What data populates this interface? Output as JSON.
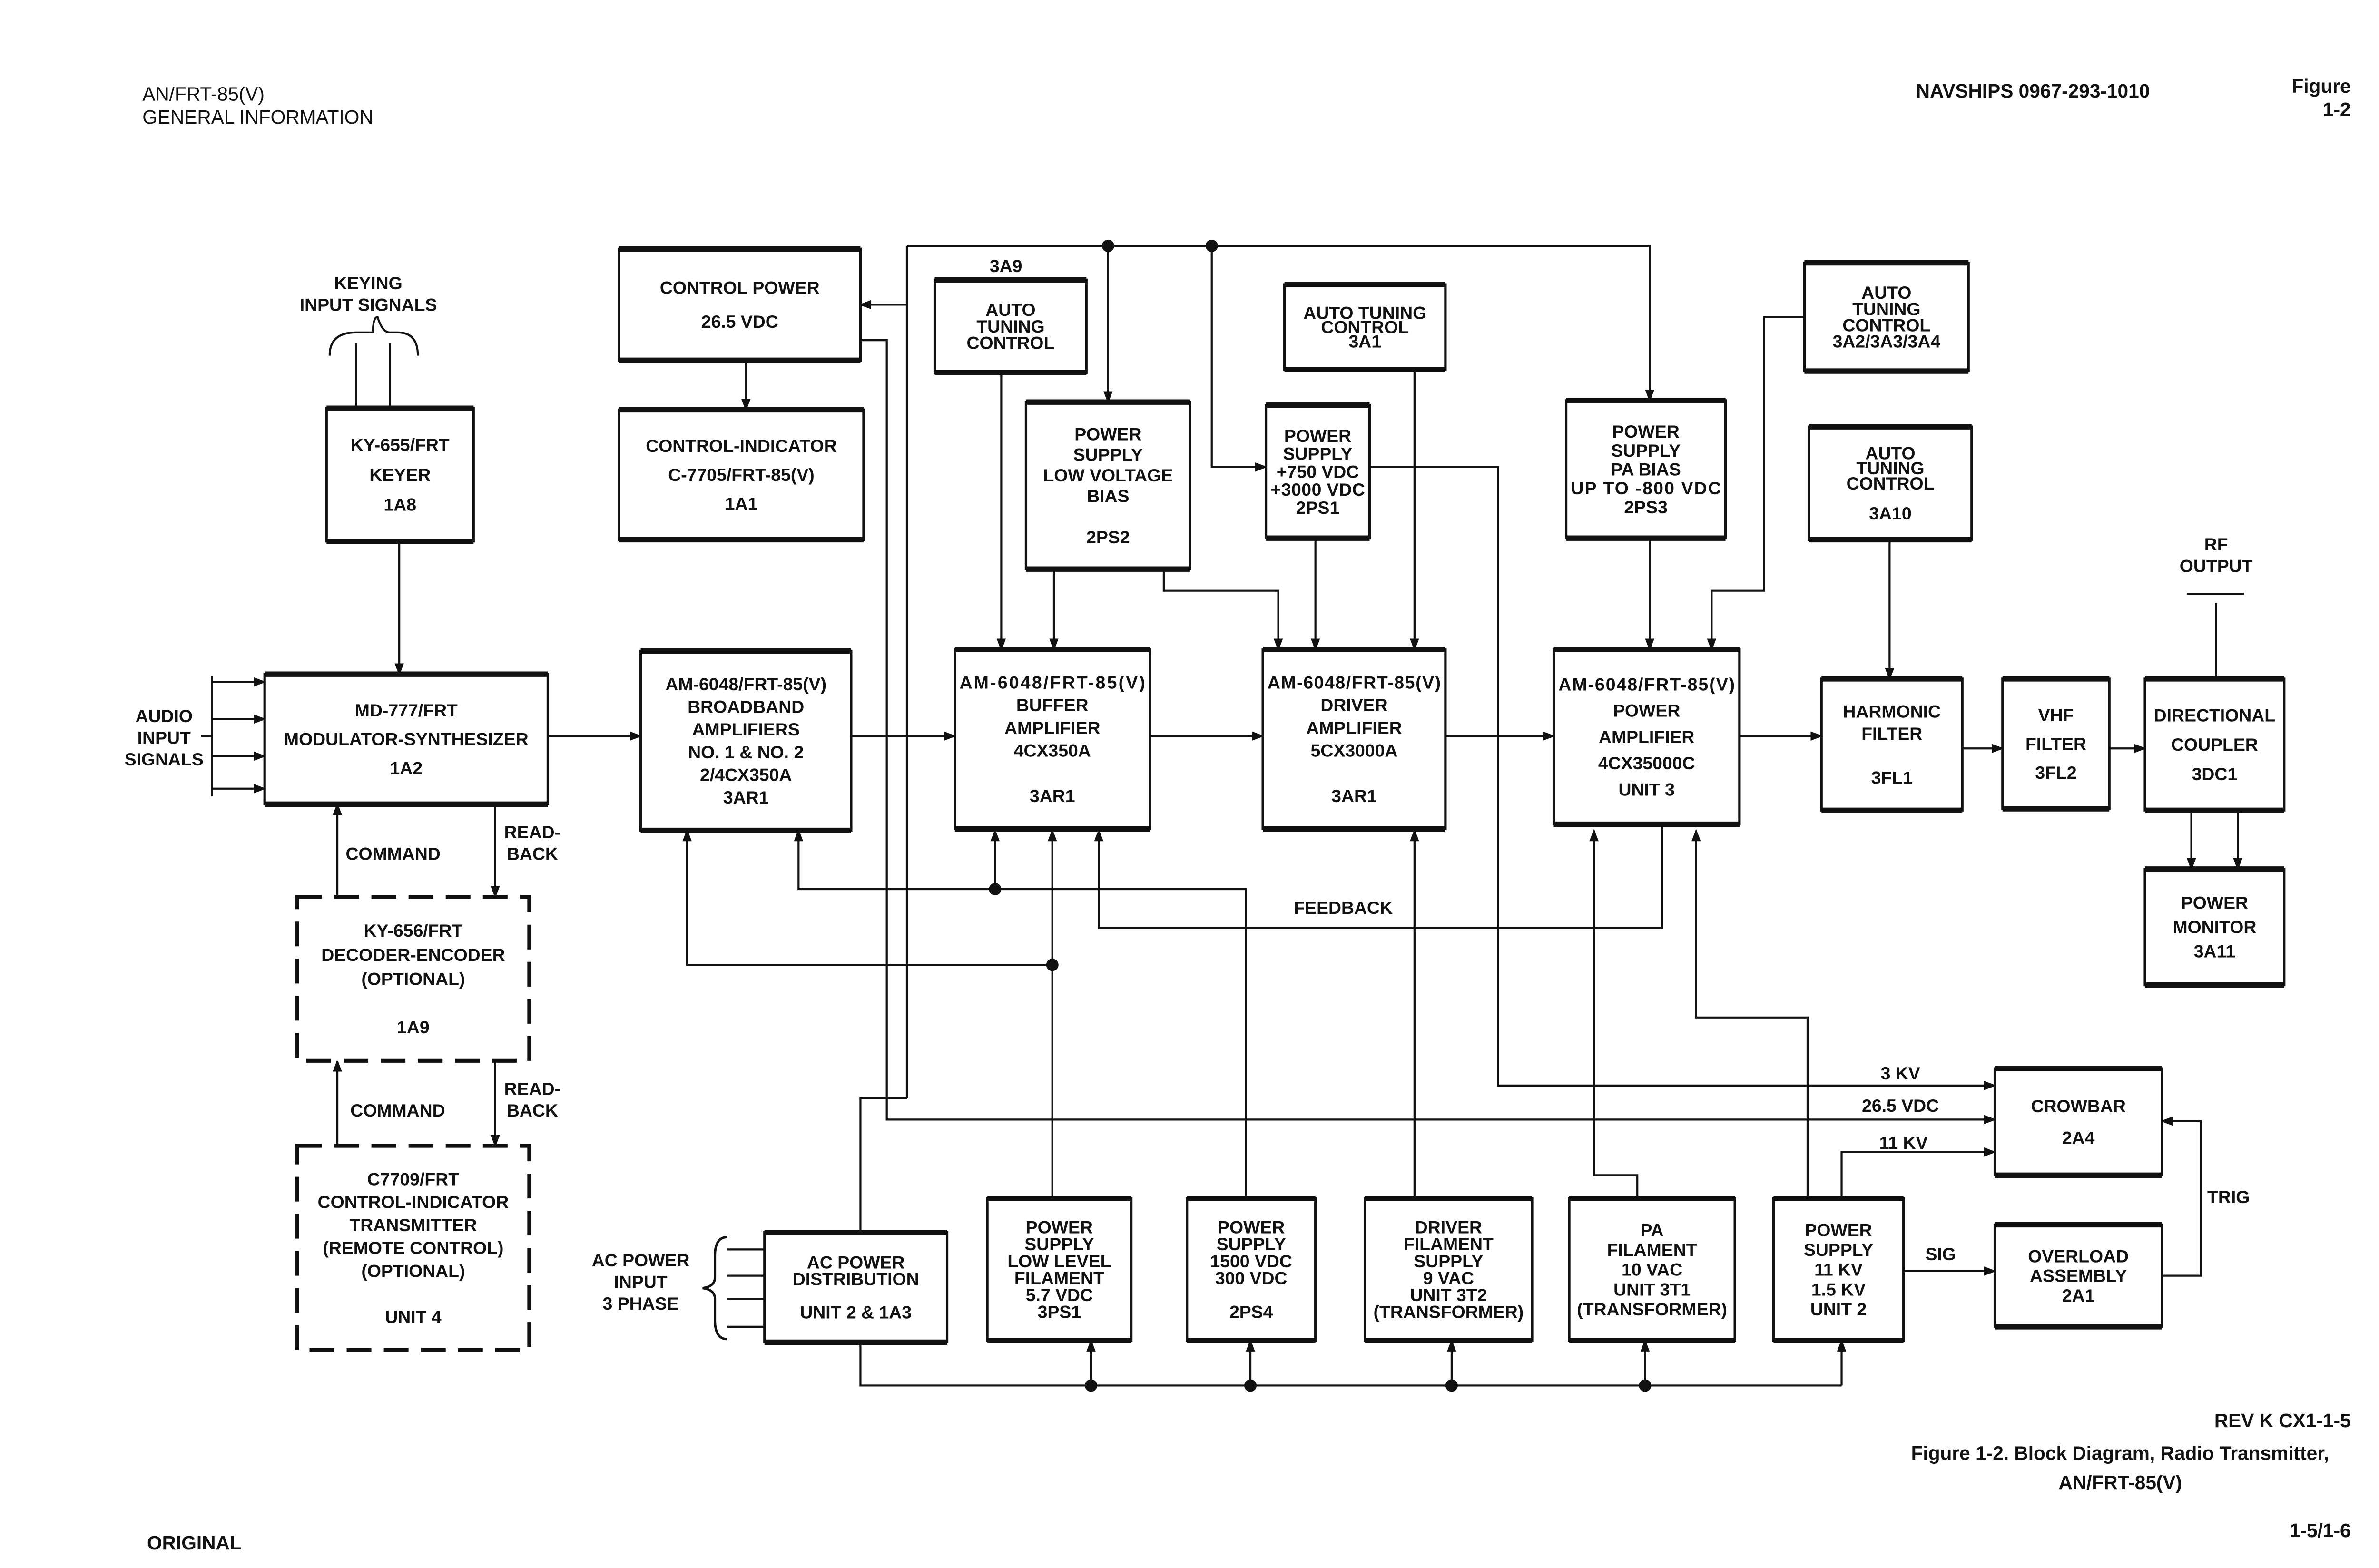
{
  "header": {
    "left_line1": "AN/FRT-85(V)",
    "left_line2": "GENERAL INFORMATION",
    "center": "NAVSHIPS 0967-293-1010",
    "figure_line1": "Figure",
    "figure_line2": "1-2"
  },
  "footer": {
    "rev": "REV K CX1-1-5",
    "caption_line1": "Figure 1-2.  Block Diagram, Radio Transmitter,",
    "caption_line2": "AN/FRT-85(V)",
    "left": "ORIGINAL",
    "page": "1-5/1-6"
  },
  "blocks": {
    "keyer": [
      "KY-655/FRT",
      "KEYER",
      "1A8"
    ],
    "control_power": [
      "CONTROL POWER",
      "26.5 VDC"
    ],
    "control_indicator": [
      "CONTROL-INDICATOR",
      "C-7705/FRT-85(V)",
      "1A1"
    ],
    "auto_tuning_3a9": [
      "AUTO",
      "TUNING",
      "CONTROL"
    ],
    "ps_low_voltage_bias": [
      "POWER",
      "SUPPLY",
      "LOW VOLTAGE",
      "BIAS",
      "",
      "2PS2"
    ],
    "ps_750": [
      "POWER",
      "SUPPLY",
      "+750 VDC",
      "+3000 VDC",
      "2PS1"
    ],
    "auto_tuning_3a1": [
      "AUTO TUNING",
      "CONTROL",
      "3A1"
    ],
    "ps_pa_bias": [
      "POWER",
      "SUPPLY",
      "PA BIAS",
      "UP TO -800 VDC",
      "2PS3"
    ],
    "auto_tuning_3a2": [
      "AUTO",
      "TUNING",
      "CONTROL",
      "3A2/3A3/3A4"
    ],
    "auto_tuning_3a10": [
      "AUTO",
      "TUNING",
      "CONTROL",
      "",
      "3A10"
    ],
    "modulator": [
      "MD-777/FRT",
      "MODULATOR-SYNTHESIZER",
      "1A2"
    ],
    "broadband": [
      "AM-6048/FRT-85(V)",
      "BROADBAND",
      "AMPLIFIERS",
      "NO. 1 & NO. 2",
      "2/4CX350A",
      "3AR1"
    ],
    "buffer": [
      "AM-6048/FRT-85(V)",
      "BUFFER",
      "AMPLIFIER",
      "4CX350A",
      "",
      "3AR1"
    ],
    "driver": [
      "AM-6048/FRT-85(V)",
      "DRIVER",
      "AMPLIFIER",
      "5CX3000A",
      "",
      "3AR1"
    ],
    "power_amplifier": [
      "AM-6048/FRT-85(V)",
      "POWER",
      "AMPLIFIER",
      "4CX35000C",
      "UNIT 3"
    ],
    "harmonic_filter": [
      "HARMONIC",
      "FILTER",
      "",
      "3FL1"
    ],
    "vhf_filter": [
      "VHF",
      "FILTER",
      "3FL2"
    ],
    "directional_coupler": [
      "DIRECTIONAL",
      "COUPLER",
      "3DC1"
    ],
    "power_monitor": [
      "POWER",
      "MONITOR",
      "3A11"
    ],
    "decoder_encoder": [
      "KY-656/FRT",
      "DECODER-ENCODER",
      "(OPTIONAL)",
      "",
      "1A9"
    ],
    "remote_control": [
      "C7709/FRT",
      "CONTROL-INDICATOR",
      "TRANSMITTER",
      "(REMOTE CONTROL)",
      "(OPTIONAL)",
      "",
      "UNIT 4"
    ],
    "ac_power_distribution": [
      "AC POWER",
      "DISTRIBUTION",
      "",
      "UNIT 2 & 1A3"
    ],
    "ps_low_level_filament": [
      "POWER",
      "SUPPLY",
      "LOW LEVEL",
      "FILAMENT",
      "5.7 VDC",
      "3PS1"
    ],
    "ps_1500": [
      "POWER",
      "SUPPLY",
      "1500 VDC",
      "300 VDC",
      "",
      "2PS4"
    ],
    "driver_filament": [
      "DRIVER",
      "FILAMENT",
      "SUPPLY",
      "9 VAC",
      "UNIT 3T2",
      "(TRANSFORMER)"
    ],
    "pa_filament": [
      "PA",
      "FILAMENT",
      "10 VAC",
      "UNIT 3T1",
      "(TRANSFORMER)"
    ],
    "ps_11kv": [
      "POWER",
      "SUPPLY",
      "11 KV",
      "1.5 KV",
      "UNIT 2"
    ],
    "crowbar": [
      "CROWBAR",
      "2A4"
    ],
    "overload": [
      "OVERLOAD",
      "ASSEMBLY",
      "2A1"
    ]
  },
  "labels": {
    "keying": [
      "KEYING",
      "INPUT SIGNALS"
    ],
    "audio": [
      "AUDIO",
      "INPUT",
      "SIGNALS"
    ],
    "command_1": "COMMAND",
    "readback_1": [
      "READ-",
      "BACK"
    ],
    "command_2": "COMMAND",
    "readback_2": [
      "READ-",
      "BACK"
    ],
    "unit_3a9": "3A9",
    "feedback": "FEEDBACK",
    "kv3": "3 KV",
    "vdc265": "26.5 VDC",
    "kv11": "11 KV",
    "sig": "SIG",
    "trig": "TRIG",
    "rf_output": [
      "RF",
      "OUTPUT"
    ],
    "ac_input": [
      "AC POWER",
      "INPUT",
      "3 PHASE"
    ]
  }
}
